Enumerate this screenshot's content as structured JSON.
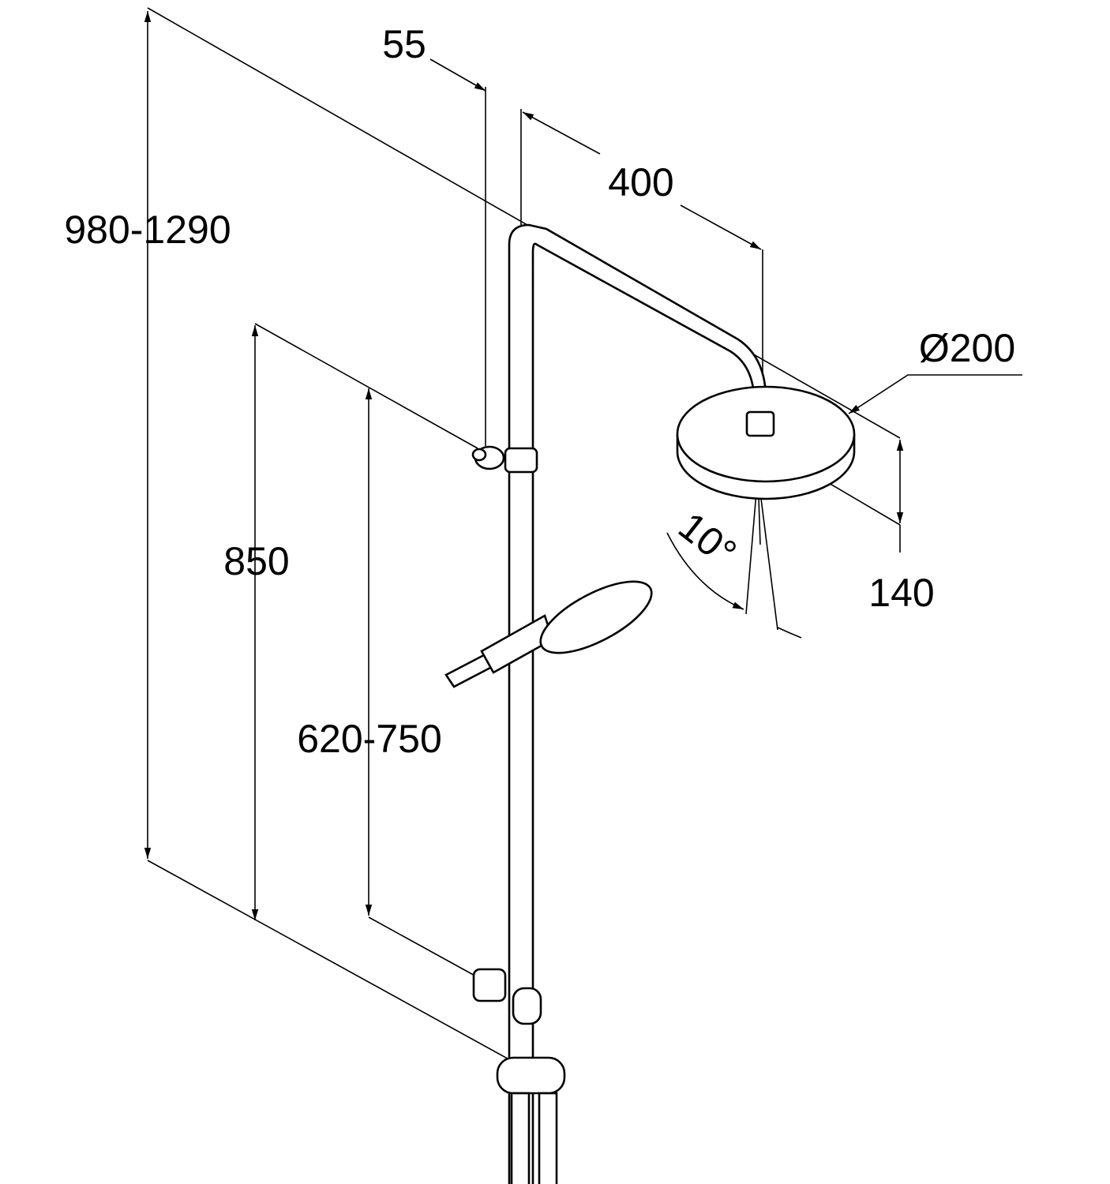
{
  "drawing": {
    "title": "Shower system dimension drawing",
    "dimensions": {
      "overall_height": "980-1290",
      "wall_offset": "55",
      "arm_projection": "400",
      "head_diameter": "Ø200",
      "head_height": "140",
      "tilt_angle": "10°",
      "bracket_spacing": "850",
      "outlet_height": "620-750"
    },
    "colors": {
      "line": "#000000",
      "background": "#ffffff"
    }
  }
}
